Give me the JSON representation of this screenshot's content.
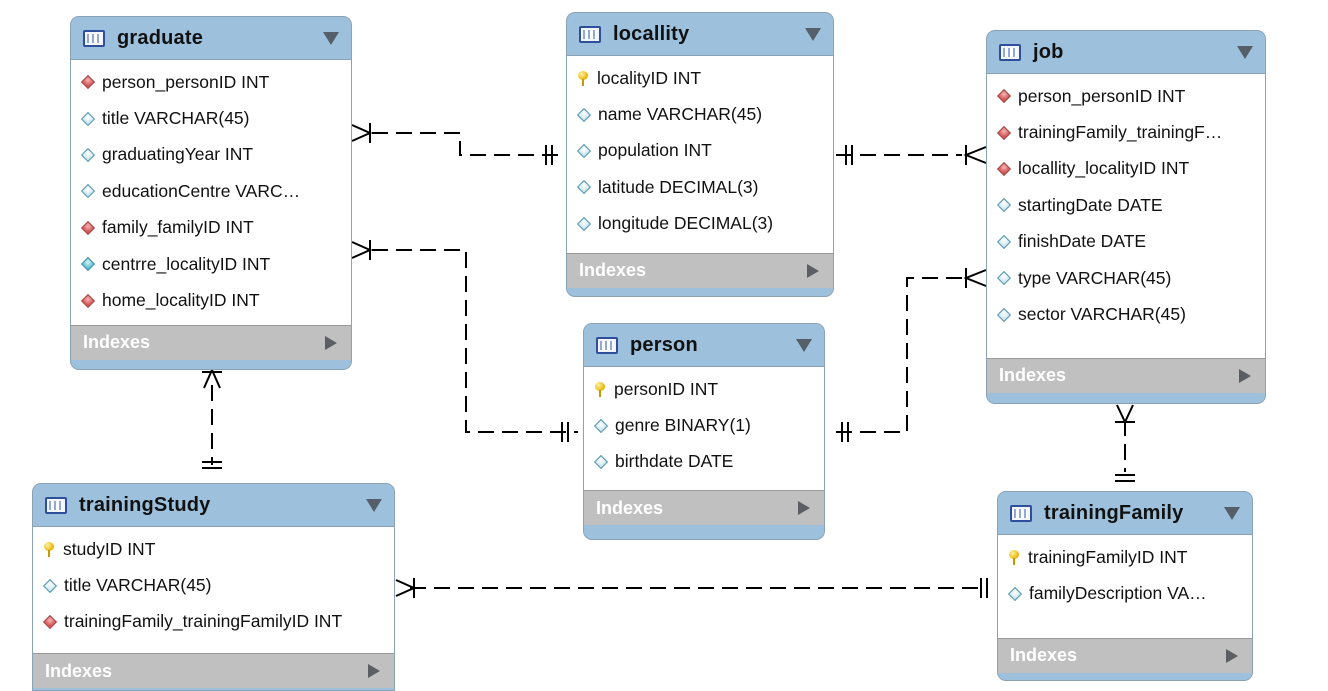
{
  "tables": {
    "graduate": {
      "name": "graduate",
      "columns": [
        {
          "text": "person_personID INT",
          "icon": "foreign-key-icon"
        },
        {
          "text": "title VARCHAR(45)",
          "icon": "column-icon"
        },
        {
          "text": "graduatingYear INT",
          "icon": "column-icon"
        },
        {
          "text": "educationCentre VARC…",
          "icon": "column-icon"
        },
        {
          "text": "family_familyID INT",
          "icon": "foreign-key-icon"
        },
        {
          "text": "centrre_localityID INT",
          "icon": "not-null-column-icon"
        },
        {
          "text": "home_localityID INT",
          "icon": "foreign-key-icon"
        }
      ],
      "indexes_label": "Indexes"
    },
    "locallity": {
      "name": "locallity",
      "columns": [
        {
          "text": "localityID INT",
          "icon": "primary-key-icon"
        },
        {
          "text": "name VARCHAR(45)",
          "icon": "column-icon"
        },
        {
          "text": "population INT",
          "icon": "column-icon"
        },
        {
          "text": "latitude DECIMAL(3)",
          "icon": "column-icon"
        },
        {
          "text": "longitude DECIMAL(3)",
          "icon": "column-icon"
        }
      ],
      "indexes_label": "Indexes"
    },
    "job": {
      "name": "job",
      "columns": [
        {
          "text": "person_personID INT",
          "icon": "foreign-key-icon"
        },
        {
          "text": "trainingFamily_trainingF…",
          "icon": "foreign-key-icon"
        },
        {
          "text": "locallity_localityID INT",
          "icon": "foreign-key-icon"
        },
        {
          "text": "startingDate DATE",
          "icon": "column-icon"
        },
        {
          "text": "finishDate DATE",
          "icon": "column-icon"
        },
        {
          "text": "type VARCHAR(45)",
          "icon": "column-icon"
        },
        {
          "text": "sector VARCHAR(45)",
          "icon": "column-icon"
        }
      ],
      "indexes_label": "Indexes"
    },
    "person": {
      "name": "person",
      "columns": [
        {
          "text": "personID INT",
          "icon": "primary-key-icon"
        },
        {
          "text": "genre BINARY(1)",
          "icon": "column-icon"
        },
        {
          "text": "birthdate DATE",
          "icon": "column-icon"
        }
      ],
      "indexes_label": "Indexes"
    },
    "trainingStudy": {
      "name": "trainingStudy",
      "columns": [
        {
          "text": "studyID INT",
          "icon": "primary-key-icon"
        },
        {
          "text": "title VARCHAR(45)",
          "icon": "column-icon"
        },
        {
          "text": "trainingFamily_trainingFamilyID INT",
          "icon": "foreign-key-icon"
        }
      ],
      "indexes_label": "Indexes"
    },
    "trainingFamily": {
      "name": "trainingFamily",
      "columns": [
        {
          "text": "trainingFamilyID INT",
          "icon": "primary-key-icon"
        },
        {
          "text": "familyDescription VA…",
          "icon": "column-icon"
        }
      ],
      "indexes_label": "Indexes"
    }
  },
  "relationships": [
    {
      "from": "graduate",
      "to": "locallity",
      "from_end": "many",
      "to_end": "one"
    },
    {
      "from": "graduate",
      "to": "person",
      "from_end": "many",
      "to_end": "one"
    },
    {
      "from": "job",
      "to": "locallity",
      "from_end": "many",
      "to_end": "one"
    },
    {
      "from": "job",
      "to": "person",
      "from_end": "many",
      "to_end": "one"
    },
    {
      "from": "graduate",
      "to": "trainingStudy",
      "from_end": "many",
      "to_end": "one"
    },
    {
      "from": "job",
      "to": "trainingFamily",
      "from_end": "many",
      "to_end": "one"
    },
    {
      "from": "trainingStudy",
      "to": "trainingFamily",
      "from_end": "many",
      "to_end": "one"
    }
  ],
  "colors": {
    "header": "#9dc1dd",
    "index_bar": "#c0c0c0",
    "foreign_key": "#d05050",
    "primary_key": "#e8b400",
    "column": "#4d93ad"
  }
}
